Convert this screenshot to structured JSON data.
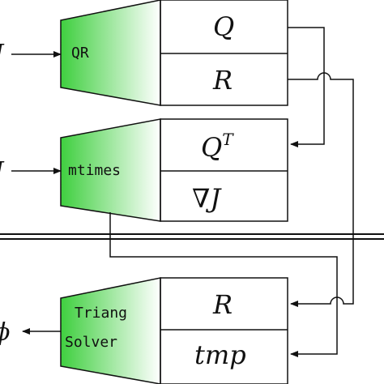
{
  "colors": {
    "block_fill_dark": "#3fcf3f",
    "block_fill_light": "#ffffff",
    "line": "#111111"
  },
  "inputs": {
    "j_top": "J",
    "j_mid": "J",
    "phi_out": "ϕ"
  },
  "blocks": {
    "qr": {
      "label": "QR",
      "out1": "Q",
      "out2": "R"
    },
    "mtimes": {
      "label": "mtimes",
      "out1": "Q",
      "out1_sup": "T",
      "out2": "∇J"
    },
    "triang": {
      "label_line1": "Triang",
      "label_line2": "Solver",
      "in1": "R",
      "in2": "tmp"
    }
  }
}
